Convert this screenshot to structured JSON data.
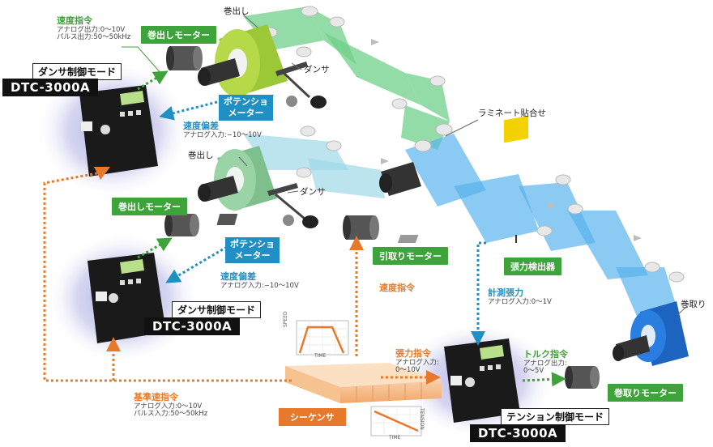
{
  "colors": {
    "green": "#3fa33b",
    "blue": "#1f8fc4",
    "orange": "#e8792a",
    "web_green": "#6fd08a",
    "web_blue": "#5ab4ec",
    "roll_lime": "#b6d94a",
    "roll_blue": "#2a7ee0"
  },
  "rolls": {
    "top_unwind": "巻出し",
    "top_dancer": "ダンサ",
    "mid_unwind": "巻出し",
    "mid_dancer": "ダンサ",
    "laminate": "ラミネート貼合せ",
    "rewind": "巻取り"
  },
  "top_controller": {
    "speed_cmd": {
      "title": "速度指令",
      "line1": "アナログ出力:0〜10V",
      "line2": "パルス出力:50〜50kHz"
    },
    "motor": "巻出しモーター",
    "mode": "ダンサ制御モード",
    "model": "DTC-3000A",
    "pot": {
      "line1": "ポテンショ",
      "line2": "メーター"
    },
    "deviation": {
      "title": "速度偏差",
      "line1": "アナログ入力:−10〜10V"
    }
  },
  "mid_controller": {
    "motor": "巻出しモーター",
    "mode": "ダンサ制御モード",
    "model": "DTC-3000A",
    "pot": {
      "line1": "ポテンショ",
      "line2": "メーター"
    },
    "deviation": {
      "title": "速度偏差",
      "line1": "アナログ入力:−10〜10V"
    }
  },
  "pull_motor": "引取りモーター",
  "tension_detector": "張力検出器",
  "measured_tension": {
    "title": "計測張力",
    "line1": "アナログ入力:0〜1V"
  },
  "sequencer": {
    "label": "シーケンサ",
    "speed_cmd": "速度指令",
    "tension_cmd": {
      "title": "張力指令",
      "line1": "アナログ入力:",
      "line2": "0〜10V"
    },
    "ref_speed": {
      "title": "基準速指令",
      "line1": "アナログ入力:0〜10V",
      "line2": "パルス入力:50〜50kHz"
    },
    "graph_speed": {
      "ylabel": "SPEED",
      "xlabel": "TIME"
    },
    "graph_tension": {
      "ylabel": "TENSION",
      "xlabel": "TIME"
    }
  },
  "tension_controller": {
    "torque_cmd": {
      "title": "トルク指令",
      "line1": "アナログ出力:",
      "line2": "0〜5V"
    },
    "motor": "巻取りモーター",
    "mode": "テンション制御モード",
    "model": "DTC-3000A"
  }
}
